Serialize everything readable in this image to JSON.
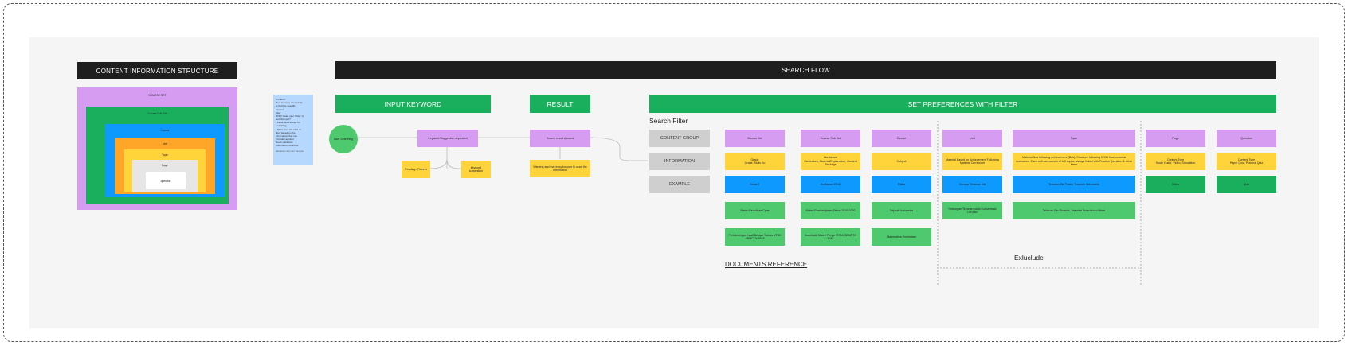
{
  "left_panel": {
    "title": "CONTENT INFORMATION STRUCTURE",
    "levels": [
      "COURSE SET",
      "Course Sub Set",
      "Course",
      "Unit",
      "Topic",
      "Page",
      "question"
    ]
  },
  "sticky_note": {
    "lines": [
      "Problem:",
      "How to make user easily",
      "to find the specific",
      "content",
      "Idea:",
      "HMW make user 'Filter' to",
      "sort the spot?",
      "• Make semi-easier for",
      "  searching",
      "• Make sure the kind of",
      "  filter based on the",
      "  information that can",
      "  provides applied",
      "Need validation:",
      "Information structure"
    ],
    "footer": "Jawaban dari sini banyak"
  },
  "search_flow": {
    "title": "SEARCH FLOW",
    "input_keyword": "INPUT KEYWORD",
    "result": "RESULT",
    "set_preferences": "SET PREFERENCES WITH FILTER",
    "start_node": "User Searching",
    "keyword_suggestion": "Keyword Suggestion appeared",
    "pending_recent": "Pending / Recent",
    "keyword_suggestion_box": "keyword suggestion",
    "search_result_showed": "Search result showed",
    "warning": "Warning and that easy for user to scan the information",
    "search_filter": "Search Filter",
    "row_labels": [
      "CONTENT GROUP",
      "INFORMATION",
      "EXAMPLE"
    ]
  },
  "filter_columns": [
    {
      "group": "Course Set",
      "info": "Grade\nGrade, Skills Ku",
      "example": "Kelas 7",
      "refs": [
        "Materi Penulisan Cpns",
        "Perbandingan Hasil Belajar Tuntas UTBK SBMPTN 2022"
      ]
    },
    {
      "group": "Course Sub Set",
      "info": "Curriculum\nCurriculum, Material/Explanation, Content Package",
      "example": "Kurikulum 2013",
      "refs": [
        "Materi Pembelajaran Tahun 2019-2020",
        "Kuantitatif Materi Penjur UTBK SBMPTN 2022"
      ]
    },
    {
      "group": "Course",
      "info": "Subject",
      "example": "Fisika",
      "refs": [
        "Sejarah Indonesia",
        "Matematika Peminatan"
      ]
    },
    {
      "group": "Unit",
      "info": "Material Based on Achievement Following Material Curriculum",
      "example": "Konsep Tekanan Zat",
      "refs": [
        "Hubungan Tekanan pada Konsentrasi Larutan"
      ]
    },
    {
      "group": "Topic",
      "info": "Material flow following achievement (Bab). Structure following KD/Kl from material curriculum. Each unit can consist of 4-5 topics, always linked with Practice Question & other items",
      "example": "Tekanan Zat Padat, Tekanan Hidrostatis",
      "refs": [
        "Tekanan Pin Dinamis, Interaksi Antartahun Hibrat"
      ]
    },
    {
      "group": "Page",
      "info": "Content Type\nStudy Guide, Video, Simulation",
      "example": "Video",
      "refs": []
    },
    {
      "group": "Question",
      "info": "Content Type\nPaper Quiz, Practice Quiz",
      "example": "Quiz",
      "refs": []
    }
  ],
  "documents_reference": "DOCUMENTS REFERENCE",
  "exclude_label": "Exluclude"
}
